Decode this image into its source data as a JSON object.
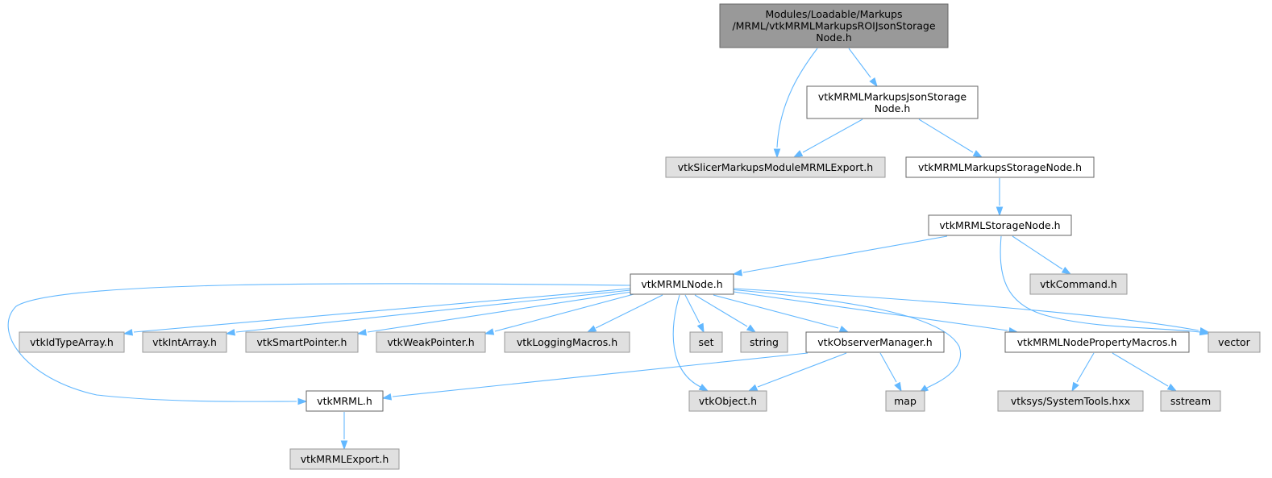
{
  "colors": {
    "root_fill": "#999999",
    "root_stroke": "#666666",
    "doc_fill": "#ffffff",
    "doc_stroke": "#666666",
    "ext_fill": "#e0e0e0",
    "ext_stroke": "#999999",
    "edge": "#63b8ff"
  },
  "nodes": [
    {
      "id": "root",
      "lines": [
        "Modules/Loadable/Markups",
        "/MRML/vtkMRMLMarkupsROIJsonStorage",
        "Node.h"
      ],
      "kind": "root"
    },
    {
      "id": "jsonstorage",
      "lines": [
        "vtkMRMLMarkupsJsonStorage",
        "Node.h"
      ],
      "kind": "doc"
    },
    {
      "id": "slicerexport",
      "lines": [
        "vtkSlicerMarkupsModuleMRMLExport.h"
      ],
      "kind": "ext"
    },
    {
      "id": "markupsstorage",
      "lines": [
        "vtkMRMLMarkupsStorageNode.h"
      ],
      "kind": "doc"
    },
    {
      "id": "storagenode",
      "lines": [
        "vtkMRMLStorageNode.h"
      ],
      "kind": "doc"
    },
    {
      "id": "mrmlnode",
      "lines": [
        "vtkMRMLNode.h"
      ],
      "kind": "doc"
    },
    {
      "id": "vtkcommand",
      "lines": [
        "vtkCommand.h"
      ],
      "kind": "ext"
    },
    {
      "id": "idtypearray",
      "lines": [
        "vtkIdTypeArray.h"
      ],
      "kind": "ext"
    },
    {
      "id": "intarray",
      "lines": [
        "vtkIntArray.h"
      ],
      "kind": "ext"
    },
    {
      "id": "smartpointer",
      "lines": [
        "vtkSmartPointer.h"
      ],
      "kind": "ext"
    },
    {
      "id": "weakpointer",
      "lines": [
        "vtkWeakPointer.h"
      ],
      "kind": "ext"
    },
    {
      "id": "loggingmacros",
      "lines": [
        "vtkLoggingMacros.h"
      ],
      "kind": "ext"
    },
    {
      "id": "set",
      "lines": [
        "set"
      ],
      "kind": "ext"
    },
    {
      "id": "string",
      "lines": [
        "string"
      ],
      "kind": "ext"
    },
    {
      "id": "observermanager",
      "lines": [
        "vtkObserverManager.h"
      ],
      "kind": "doc"
    },
    {
      "id": "propertymacros",
      "lines": [
        "vtkMRMLNodePropertyMacros.h"
      ],
      "kind": "doc"
    },
    {
      "id": "vector",
      "lines": [
        "vector"
      ],
      "kind": "ext"
    },
    {
      "id": "vtkmrml",
      "lines": [
        "vtkMRML.h"
      ],
      "kind": "doc"
    },
    {
      "id": "vtkobject",
      "lines": [
        "vtkObject.h"
      ],
      "kind": "ext"
    },
    {
      "id": "map",
      "lines": [
        "map"
      ],
      "kind": "ext"
    },
    {
      "id": "systemtools",
      "lines": [
        "vtksys/SystemTools.hxx"
      ],
      "kind": "ext"
    },
    {
      "id": "sstream",
      "lines": [
        "sstream"
      ],
      "kind": "ext"
    },
    {
      "id": "mrmlexport",
      "lines": [
        "vtkMRMLExport.h"
      ],
      "kind": "ext"
    }
  ],
  "edges": [
    {
      "from": "root",
      "to": "slicerexport"
    },
    {
      "from": "root",
      "to": "jsonstorage"
    },
    {
      "from": "jsonstorage",
      "to": "slicerexport"
    },
    {
      "from": "jsonstorage",
      "to": "markupsstorage"
    },
    {
      "from": "markupsstorage",
      "to": "storagenode"
    },
    {
      "from": "storagenode",
      "to": "mrmlnode"
    },
    {
      "from": "storagenode",
      "to": "vtkcommand"
    },
    {
      "from": "storagenode",
      "to": "vector"
    },
    {
      "from": "mrmlnode",
      "to": "vtkmrml"
    },
    {
      "from": "mrmlnode",
      "to": "idtypearray"
    },
    {
      "from": "mrmlnode",
      "to": "intarray"
    },
    {
      "from": "mrmlnode",
      "to": "smartpointer"
    },
    {
      "from": "mrmlnode",
      "to": "weakpointer"
    },
    {
      "from": "mrmlnode",
      "to": "loggingmacros"
    },
    {
      "from": "mrmlnode",
      "to": "set"
    },
    {
      "from": "mrmlnode",
      "to": "string"
    },
    {
      "from": "mrmlnode",
      "to": "observermanager"
    },
    {
      "from": "mrmlnode",
      "to": "vtkobject"
    },
    {
      "from": "mrmlnode",
      "to": "map"
    },
    {
      "from": "mrmlnode",
      "to": "propertymacros"
    },
    {
      "from": "mrmlnode",
      "to": "vector"
    },
    {
      "from": "observermanager",
      "to": "vtkmrml"
    },
    {
      "from": "observermanager",
      "to": "vtkobject"
    },
    {
      "from": "observermanager",
      "to": "map"
    },
    {
      "from": "propertymacros",
      "to": "systemtools"
    },
    {
      "from": "propertymacros",
      "to": "sstream"
    },
    {
      "from": "vtkmrml",
      "to": "mrmlexport"
    }
  ]
}
